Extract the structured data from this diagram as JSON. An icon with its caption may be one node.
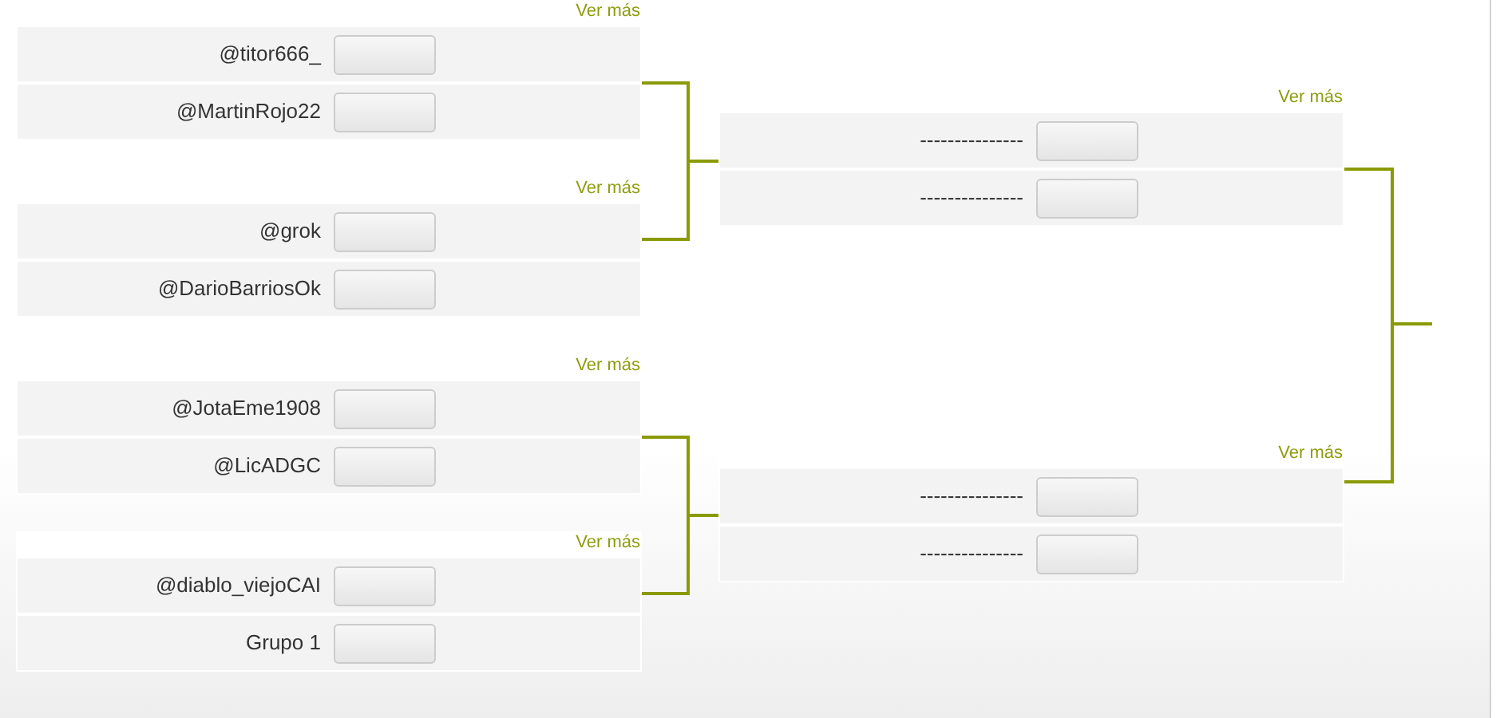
{
  "diagram": {
    "nodes": [
      {
        "text": [
          "Ver más"
        ]
      },
      {
        "text": [
          "@titor666_"
        ],
        "in": 0
      },
      {
        "text": [
          "@MartinRojo22"
        ],
        "in": 0
      },
      {
        "text": [
          "Ver más"
        ]
      },
      {
        "text": [
          "@grok"
        ],
        "in": 3
      },
      {
        "text": [
          "@DarioBarriosOk"
        ],
        "in": 3
      },
      {
        "text": [
          "Ver más"
        ]
      },
      {
        "text": [
          "@JotaEme1908"
        ],
        "in": 6
      },
      {
        "text": [
          "@LicADGC"
        ],
        "in": 6
      },
      {
        "text": [
          "Ver más"
        ]
      },
      {
        "text": [
          "@diablo_viejoCAI"
        ],
        "in": 9
      },
      {
        "text": [
          "Grupo 1"
        ],
        "in": 9
      },
      {
        "text": [
          "Ver más"
        ]
      },
      {
        "text": [
          "---------------"
        ],
        "in": 12
      },
      {
        "text": [
          "---------------"
        ],
        "in": 12
      },
      {
        "text": [
          "Ver más"
        ]
      },
      {
        "text": [
          "---------------"
        ],
        "in": 15
      },
      {
        "text": [
          "---------------"
        ],
        "in": 15
      }
    ],
    "edges": [
      {
        "from": 0,
        "to": 12,
        "arrow": "none"
      },
      {
        "from": 3,
        "to": 12,
        "arrow": "none"
      },
      {
        "from": 6,
        "to": 15,
        "arrow": "none"
      },
      {
        "from": 9,
        "to": 15,
        "arrow": "none"
      },
      {
        "from": 12,
        "to": null,
        "arrow": "none"
      },
      {
        "from": 15,
        "to": null,
        "arrow": "none"
      }
    ]
  }
}
